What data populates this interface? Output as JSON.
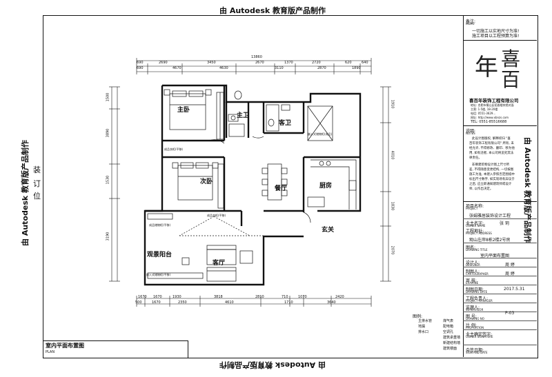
{
  "watermark": "由 Autodesk 教育版产品制作",
  "side_marks": [
    "装",
    "订",
    "位"
  ],
  "drawing_title_cn": "室内平面布置图",
  "drawing_title_en": "PLAN",
  "rooms": {
    "master_bedroom": "主卧",
    "master_bath": "主卫",
    "guest_bath": "客卫",
    "second_bedroom": "次卧",
    "dining": "餐厅",
    "kitchen": "厨房",
    "entrance": "玄关",
    "balcony": "观景阳台",
    "living": "客厅"
  },
  "annotations": {
    "master_wardrobe": "成品衣柜(平移)",
    "second_wardrobe": "成品衣柜(平移)",
    "guest_cabinet": "嵌入式储物柜(成品)",
    "balcony_top": "成品储物柜(平移)",
    "balcony_bottom": "嵌入式储物柜(平移)"
  },
  "dimensions": {
    "top_total": "13860",
    "top_row1": [
      "690",
      "2690",
      "3450",
      "2670",
      "1370",
      "2720",
      "620",
      "640"
    ],
    "top_row2": [
      "690",
      "4670",
      "4630",
      "3110",
      "2870",
      "1890"
    ],
    "bottom_row1": [
      "1670",
      "1670",
      "1930",
      "3818",
      "2810",
      "710",
      "1070",
      "2420"
    ],
    "bottom_row2": [
      "500",
      "1670",
      "2350",
      "4610",
      "1710",
      "3640"
    ],
    "left": [
      "1500",
      "3890",
      "1530",
      "3190"
    ],
    "right": [
      "1910",
      "4010",
      "1830",
      "2070"
    ]
  },
  "legend": {
    "title": "图例:",
    "items": [
      {
        "a": "主排水管",
        "b": "煤气表"
      },
      {
        "a": "地漏",
        "b": "配电箱"
      },
      {
        "a": "排水口",
        "b": "空调孔"
      },
      {
        "a": "",
        "b": "建筑承重墙"
      },
      {
        "a": "",
        "b": "新建结构墙"
      },
      {
        "a": "",
        "b": "建筑楼面"
      }
    ]
  },
  "title_block": {
    "remark_label": "备注:",
    "remark_en": "MEMO",
    "remark_text": [
      "一切施工以实地尺寸为准!",
      "施工项目以工程预算为准!"
    ],
    "logo_chars": [
      "喜",
      "百",
      "年"
    ],
    "company": "喜百年装饰工程有限公司",
    "company_lines": [
      "地址: 合肥市蜀山区稻香楼宾馆对面",
      "主营: 1-5楼, 18-20楼",
      "电话: 0551-3629...",
      "网址: http://www.xbnzs.com"
    ],
    "hotline": "TEL: 0551-85516688",
    "explain_label": "说明:",
    "explain_en": "NOTES",
    "explain_text": [
      "此设计图版权, 解释权归 \"喜",
      "百年装饰工程有限公司\" 所有, 未",
      "经允许, 不得修改、翻印、移为他",
      "用, 如有违者, 本公司将追究其法",
      "律责任。",
      "",
      "非尊建筑物设计图上尺寸所",
      "差, 不得随意变更结构, 一切按图",
      "施工为准, 本建入参照否定图纸中",
      "标出尺寸数字, 如实现场有异议于",
      "之后, 应立即通知建筑师或设计",
      "师, 以作出决定。"
    ],
    "project_label": "项目名称:",
    "project_en": "PROJECT",
    "project_name": "张娟雅居装饰设计工程",
    "owner_label": "业主名字:",
    "owner_en": "OWNER NAME",
    "owner_name": "张 玥",
    "address_label": "工程地址:",
    "address_en": "PROJECT ADDRESS",
    "address": "观山左岸8栋2楼2号房",
    "drawing_label": "图名:",
    "drawing_en": "DRAWING TITLE",
    "drawing_name": "室内平面布置图",
    "designer_label": "设计人:",
    "designer_en": "DESIGNER",
    "designer": "周 婷",
    "drafter_label": "制图人:",
    "drafter_en": "CARTOGRAPHER",
    "drafter": "周 婷",
    "review_label": "审 核:",
    "review_en": "EXAMINE",
    "date_label": "制图日期:",
    "date_en": "DRAWING DATE",
    "date": "2017.5.31",
    "manager_label": "工程负责人:",
    "manager_en": "PROJECT MANAGER",
    "supervisor_label": "监理人:",
    "supervisor_en": "SUPERVISOR",
    "number_label": "图 号:",
    "number_en": "DRAWING NO",
    "number": "P-03",
    "scale_label": "比 例:",
    "scale_en": "PROPORTION",
    "owner_sign_label": "业主确定签字:",
    "owner_sign_en": "OWNER SIGNATURE",
    "seal_label": "会签日期:",
    "seal_en": "SIGN AND DATE"
  }
}
